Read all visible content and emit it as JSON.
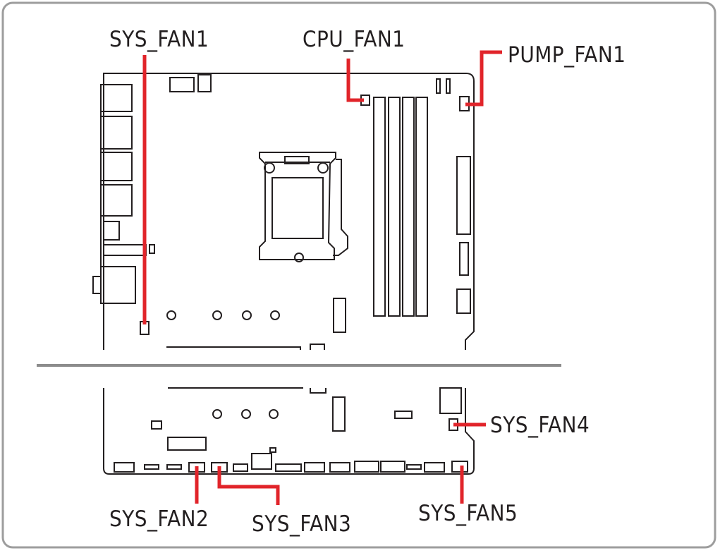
{
  "colors": {
    "frame": "#9d9d9d",
    "line_art": "#231f20",
    "callout": "#e1242a",
    "divider": "#8c8c8c"
  },
  "labels": {
    "sys_fan1": "SYS_FAN1",
    "cpu_fan1": "CPU_FAN1",
    "pump_fan1": "PUMP_FAN1",
    "sys_fan4": "SYS_FAN4",
    "sys_fan2": "SYS_FAN2",
    "sys_fan3": "SYS_FAN3",
    "sys_fan5": "SYS_FAN5"
  }
}
